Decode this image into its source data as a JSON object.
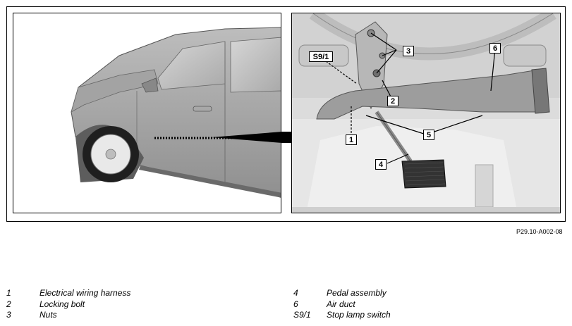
{
  "figure": {
    "callouts": {
      "c1": "1",
      "c2": "2",
      "c3": "3",
      "c4": "4",
      "c5": "5",
      "c6": "6",
      "cs91": "S9/1"
    },
    "reference": "P29.10-A002-08"
  },
  "legend": {
    "left": [
      {
        "num": "1",
        "text": "Electrical wiring harness"
      },
      {
        "num": "2",
        "text": "Locking bolt"
      },
      {
        "num": "3",
        "text": "Nuts"
      }
    ],
    "right": [
      {
        "num": "4",
        "text": "Pedal assembly"
      },
      {
        "num": "6",
        "text": "Air duct"
      },
      {
        "num": "S9/1",
        "text": "Stop lamp switch"
      }
    ]
  }
}
